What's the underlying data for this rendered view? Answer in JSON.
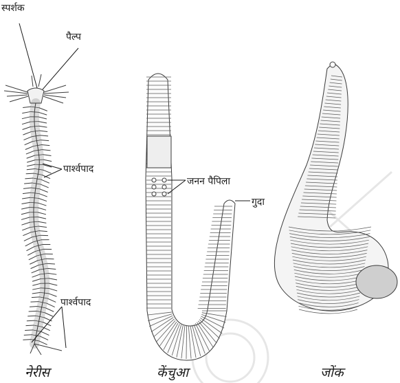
{
  "labels": {
    "sparshak": "स्पर्शक",
    "pailp": "पैल्प",
    "parshvapad_1": "पार्श्वपाद",
    "parshvapad_2": "पार्श्वपाद",
    "janan_papila": "जनन पैपिला",
    "guda": "गुदा"
  },
  "captions": {
    "nereis": "नेरीस",
    "kenchua": "केंचुआ",
    "jonk": "जोंक"
  },
  "colors": {
    "ink": "#1a1a1a",
    "line": "#3a3a3a",
    "watermark": "#e6e6e6"
  }
}
